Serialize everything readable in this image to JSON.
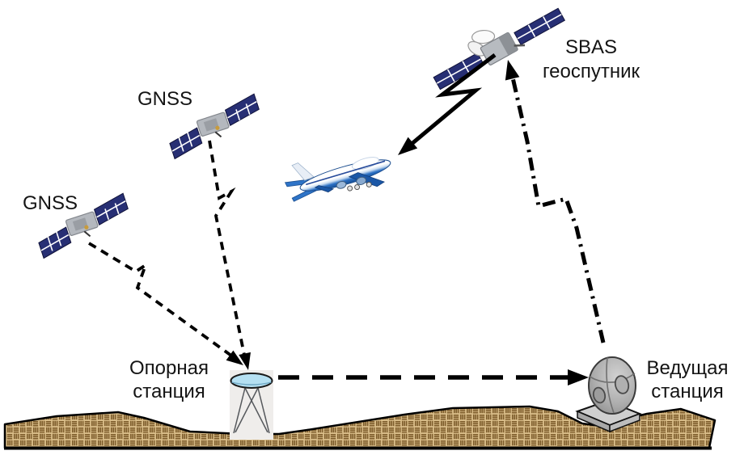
{
  "diagram": {
    "type": "sbas-network-architecture",
    "labels": {
      "gnss_top": "GNSS",
      "gnss_left": "GNSS",
      "sbas": {
        "line1": "SBAS",
        "line2": "геоспутник"
      },
      "reference_station": {
        "line1": "Опорная",
        "line2": "станция"
      },
      "master_station": {
        "line1": "Ведущая",
        "line2": "станция"
      }
    },
    "nodes": [
      {
        "id": "gnss-satellite-top",
        "label": "GNSS",
        "icon": "gnss-satellite-icon"
      },
      {
        "id": "gnss-satellite-left",
        "label": "GNSS",
        "icon": "gnss-satellite-icon"
      },
      {
        "id": "sbas-geo-satellite",
        "label": "SBAS геоспутник",
        "icon": "sbas-satellite-icon"
      },
      {
        "id": "aircraft",
        "label": "",
        "icon": "airplane-icon"
      },
      {
        "id": "reference-station",
        "label": "Опорная станция",
        "icon": "reference-station-antenna-icon"
      },
      {
        "id": "master-station",
        "label": "Ведущая станция",
        "icon": "master-station-dish-icon"
      }
    ],
    "links": [
      {
        "from": "gnss-satellite-top",
        "to": "reference-station",
        "line_style": "dashed",
        "arrow": "to"
      },
      {
        "from": "gnss-satellite-left",
        "to": "reference-station",
        "line_style": "dashed",
        "arrow": "to"
      },
      {
        "from": "reference-station",
        "to": "master-station",
        "line_style": "long-dashed",
        "arrow": "to"
      },
      {
        "from": "master-station",
        "to": "sbas-geo-satellite",
        "line_style": "dash-dot",
        "arrow": "to"
      },
      {
        "from": "sbas-geo-satellite",
        "to": "aircraft",
        "line_style": "solid-zigzag",
        "arrow": "to"
      }
    ],
    "colors": {
      "background": "#ffffff",
      "text": "#141414",
      "line": "#000000",
      "solar_panel": "#272f74",
      "terrain_fill": "#dcc08c",
      "terrain_weave": "#7e5d2c",
      "antenna_dome": "#b5e0f2",
      "dish_gray": "#a8a8a8",
      "airplane_blue": "#1f66b8"
    }
  }
}
